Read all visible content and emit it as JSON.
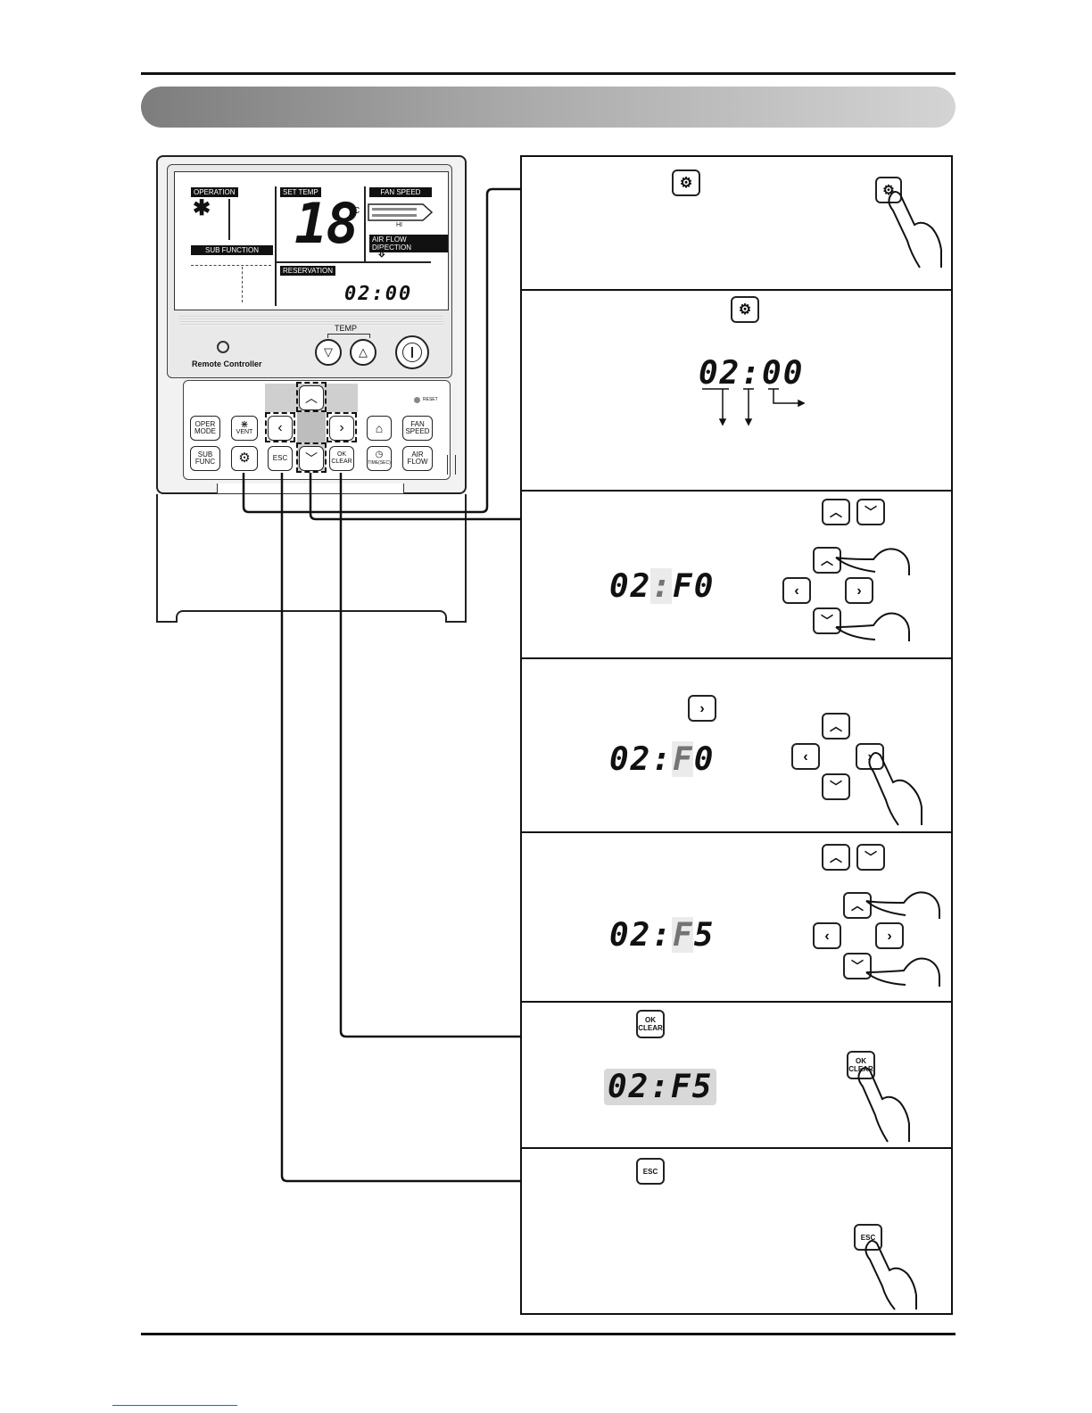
{
  "remote": {
    "operation_label": "OPERATION",
    "sub_function_label": "SUB FUNCTION",
    "set_temp_label": "SET TEMP",
    "fan_speed_label": "FAN SPEED",
    "fan_hi": "HI",
    "air_flow_label": "AIR FLOW DIRECTION",
    "reservation_label": "RESERVATION",
    "temperature": "18",
    "temp_unit": "°C",
    "reservation_time": "02:00",
    "brand_label": "Remote Controller",
    "temp_group_label": "TEMP",
    "reset_label": "RESET",
    "buttons": {
      "oper_mode": "OPER MODE",
      "vent": "VENT",
      "fan_speed": "FAN SPEED",
      "sub_func": "SUB FUNC",
      "esc": "ESC",
      "ok_clear": "OK CLEAR",
      "time": "TIME(SEC)",
      "air_flow": "AIR FLOW"
    }
  },
  "steps": {
    "step2_display": "02:00",
    "step3_display": "02:F0",
    "step4_display": "02:F0",
    "step5_display": "02:F5",
    "step6_display": "02:F5",
    "ok_label": "OK CLEAR",
    "esc_label": "ESC"
  }
}
